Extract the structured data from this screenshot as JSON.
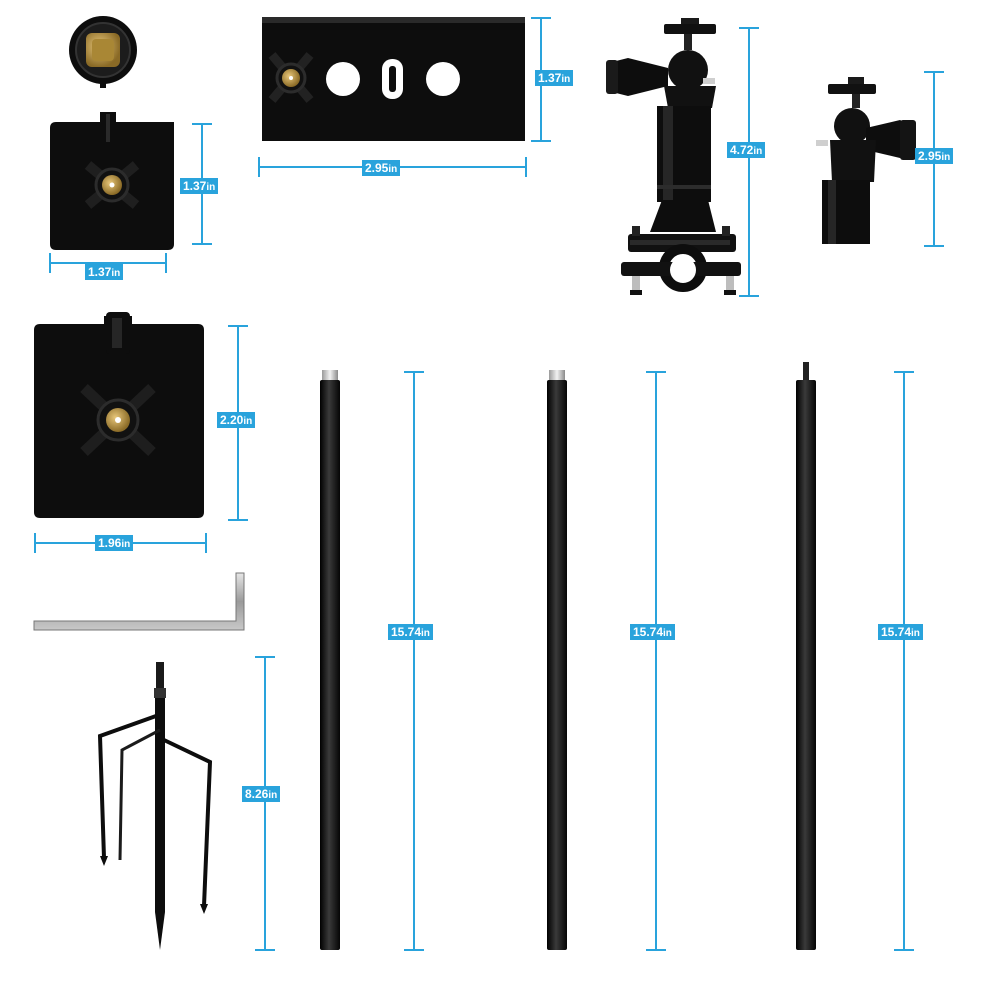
{
  "colors": {
    "dimension_line": "#29a3dc",
    "part_fill": "#0d0d0d",
    "brass": "#b8923a",
    "chrome": "#d6d6d6"
  },
  "dimensions": {
    "small_plate_height": "1.37",
    "small_plate_width": "1.37",
    "bar_plate_height": "1.37",
    "bar_plate_width": "2.95",
    "clamp_mount_height": "4.72",
    "ball_head_height": "2.95",
    "large_plate_height": "2.20",
    "large_plate_width": "1.96",
    "spike_height": "8.26",
    "pole_1_height": "15.74",
    "pole_2_height": "15.74",
    "pole_3_height": "15.74",
    "unit": "in"
  },
  "icons": {
    "round_cap": "round-cap-icon",
    "small_plate": "small-plate-icon",
    "bar_plate": "bar-plate-icon",
    "clamp_mount": "clamp-mount-icon",
    "ball_head": "ball-head-icon",
    "large_plate": "large-plate-icon",
    "hex_key": "hex-key-icon",
    "ground_spike": "ground-spike-icon",
    "pole": "pole-icon"
  }
}
